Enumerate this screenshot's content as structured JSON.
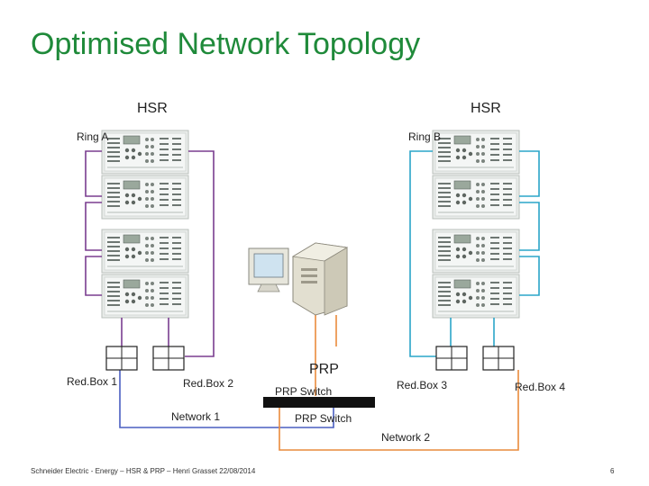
{
  "title": "Optimised Network Topology",
  "labels": {
    "hsr_left": "HSR",
    "hsr_right": "HSR",
    "ring_a": "Ring A",
    "ring_b": "Ring B",
    "prp": "PRP",
    "prp_switch_top": "PRP Switch",
    "prp_switch_bottom": "PRP Switch",
    "redbox1": "Red.Box 1",
    "redbox2": "Red.Box 2",
    "redbox3": "Red.Box 3",
    "redbox4": "Red.Box 4",
    "network1": "Network 1",
    "network2": "Network 2"
  },
  "footer": "Schneider Electric - Energy – HSR & PRP – Henri Grasset 22/08/2014",
  "page_number": "6",
  "colors": {
    "title": "#1f8a3a",
    "ring_a_link": "#7a3d8f",
    "ring_b_link": "#2aa5c8",
    "network1_link": "#4a5fc1",
    "network2_link": "#e98a3c",
    "prp_link": "#e98a3c",
    "switch_bar": "#111111"
  }
}
